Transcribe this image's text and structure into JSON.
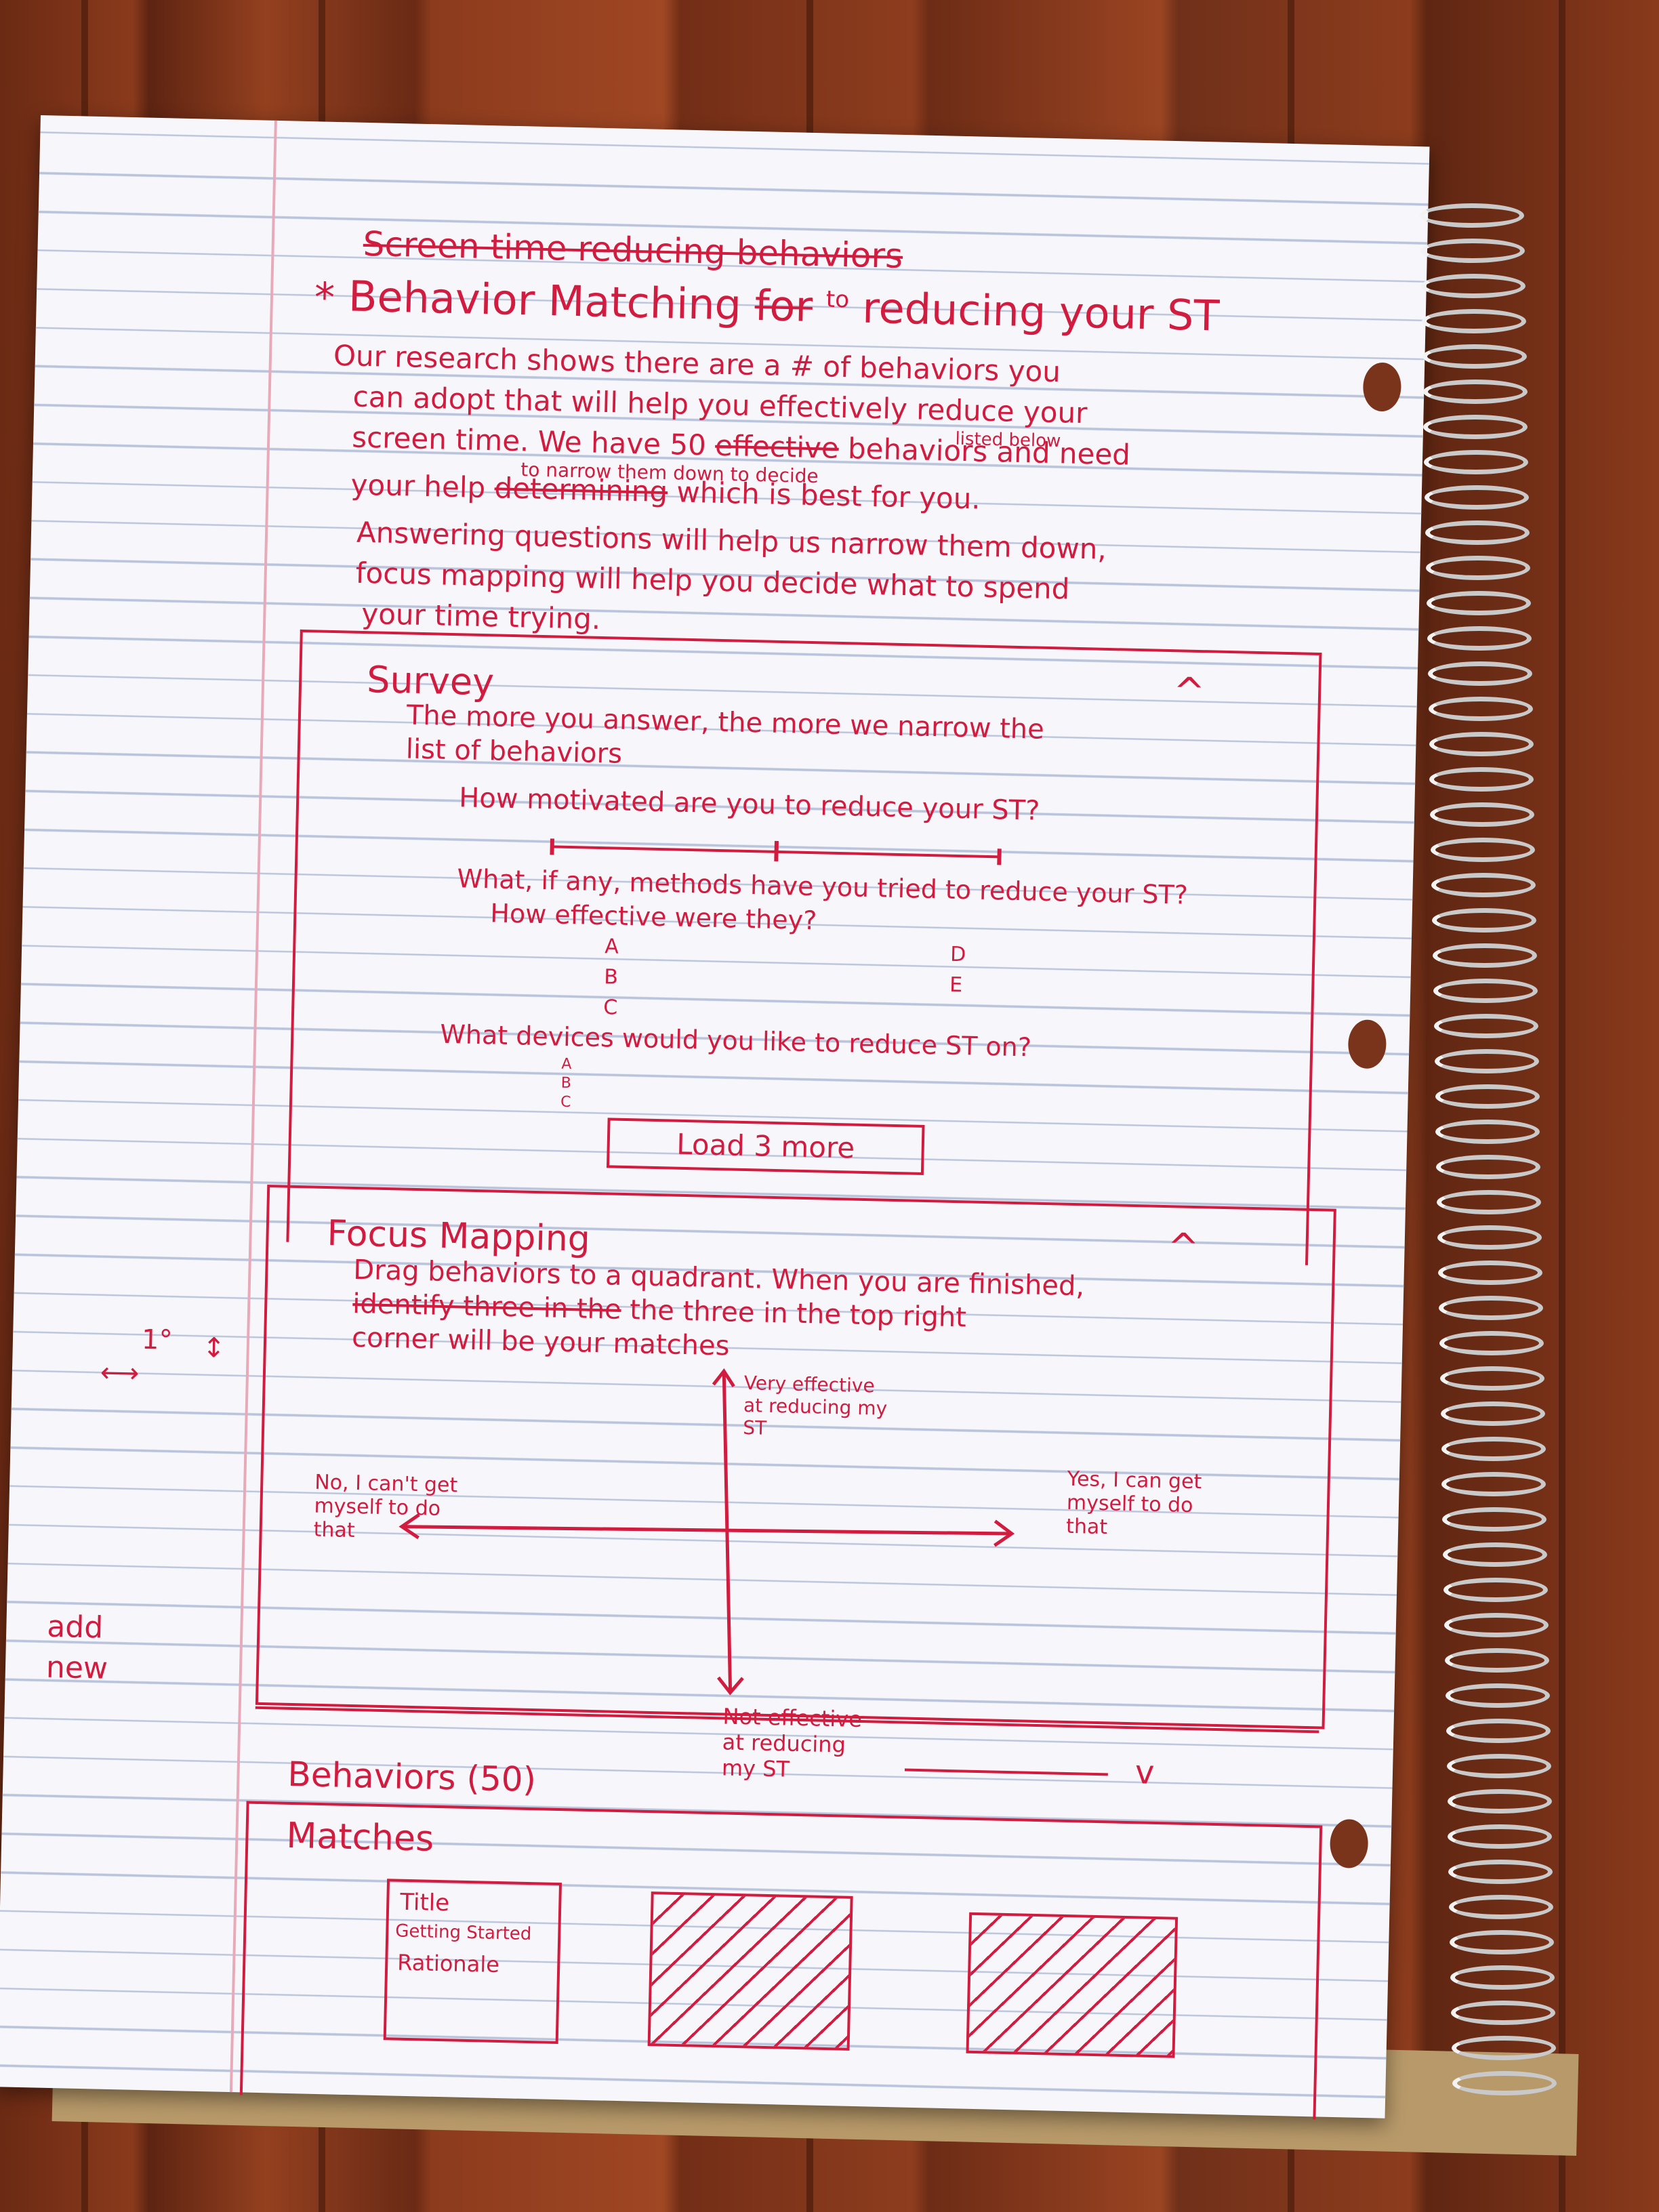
{
  "header": {
    "struck_title": "Screen time reducing behaviors",
    "star": "*",
    "title_word1": "Behavior Matching",
    "title_struck_for": "for",
    "title_to": "to",
    "title_rest": "reducing your ST"
  },
  "intro": {
    "line1": "Our research shows there are a # of behaviors you",
    "line2": "can adopt that will help you effectively reduce your",
    "line3a": "screen time. We have 50",
    "line3_struck": "effective",
    "line3_insert": "listed below",
    "line3b": "behaviors and need",
    "line4_insert": "to narrow them down to decide",
    "line4a": "your help",
    "line4_struck": "determining",
    "line4b": "which is best for you.",
    "line5": "Answering questions will help us narrow them down,",
    "line6": "focus mapping will help you decide what to spend",
    "line7": "your time trying."
  },
  "survey": {
    "title": "Survey",
    "caret": "^",
    "desc1": "The more you answer, the more we narrow the",
    "desc2": "list of behaviors",
    "q1": "How motivated are you to reduce your ST?",
    "slider_value": 0.5,
    "q2a": "What, if any, methods have you tried to reduce your ST?",
    "q2b": "How effective were they?",
    "q2_options_left": [
      "A",
      "B",
      "C"
    ],
    "q2_options_right": [
      "D",
      "E"
    ],
    "q3": "What devices would you like to reduce ST on?",
    "q3_options": [
      "A",
      "B",
      "C"
    ],
    "load_button": "Load 3 more"
  },
  "focus": {
    "title": "Focus Mapping",
    "caret": "^",
    "desc1": "Drag behaviors to a quadrant. When you are finished,",
    "desc2_struck": "identify three in the",
    "desc2": "the three in the top right",
    "desc3": "corner will be your matches",
    "top_label": "Very effective at reducing my ST",
    "bottom_label": "Not effective at reducing my ST",
    "left_label": "No, I can't get myself to do that",
    "right_label": "Yes, I can get myself to do that"
  },
  "margin_notes": {
    "priority": "1°",
    "add_new": "add new"
  },
  "behaviors": {
    "title": "Behaviors (50)",
    "chevron": "v"
  },
  "matches": {
    "title": "Matches",
    "card_title": "Title",
    "card_line2": "Getting Started",
    "card_line3": "Rationale"
  }
}
